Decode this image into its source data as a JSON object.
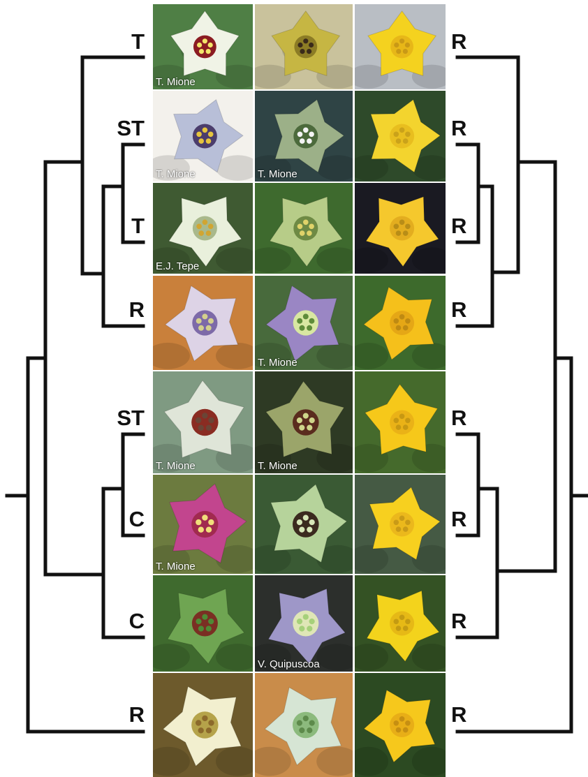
{
  "left_labels": [
    "T",
    "ST",
    "T",
    "R",
    "ST",
    "C",
    "C",
    "R"
  ],
  "right_labels": [
    "R",
    "R",
    "R",
    "R",
    "R",
    "R",
    "R",
    "R"
  ],
  "credits": {
    "r0c0": "T. Mione",
    "r1c0": "T. Mione",
    "r1c1": "T. Mione",
    "r2c0": "E.J. Tepe",
    "r3c1": "T. Mione",
    "r4c0": "T. Mione",
    "r4c1": "T. Mione",
    "r5c0": "T. Mione",
    "r6c1": "V. Quipuscoa"
  },
  "photos": [
    [
      "red-tubular-flower",
      "yellow-tubular-flowers",
      "yellow-rotate-flower"
    ],
    [
      "purple-campanulate-flower",
      "green-campanulate-flower",
      "yellow-reflexed-flowers"
    ],
    [
      "white-tubular-flower",
      "green-pendant-flower",
      "yellow-reflexed-flower"
    ],
    [
      "lilac-star-flower",
      "purple-star-flower",
      "yellow-side-flower"
    ],
    [
      "white-pendant-flowers",
      "dark-campanulate-flower",
      "yellow-cluster-flowers"
    ],
    [
      "magenta-cup-flower",
      "green-cup-flower",
      "yellow-side-flower-2"
    ],
    [
      "green-cup-flower-2",
      "blue-star-flower",
      "yellow-star-flower"
    ],
    [
      "cream-star-flower",
      "green-white-star-flower",
      "yellow-ruffled-flower"
    ]
  ],
  "colors": {
    "tree_line": "#111111",
    "photo_border": "#ffffff"
  }
}
